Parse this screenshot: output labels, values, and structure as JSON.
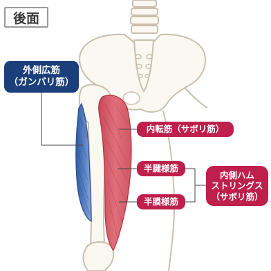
{
  "title": "後面",
  "labels": {
    "lateral_line1": "外側広筋",
    "lateral_line2": "（ガンバリ筋）",
    "adductor": "内転筋（サボリ筋）",
    "semitendinosus": "半腱様筋",
    "semimembranosus": "半膜様筋",
    "medial_line1": "内側ハム",
    "medial_line2": "ストリングス",
    "medial_line3": "（サボリ筋）"
  },
  "colors": {
    "blue_label": "#1b3f7a",
    "red_label": "#be1f4b",
    "bone_fill": "#fbf8f1",
    "bone_stroke": "#c8bfae",
    "lateral_muscle": "#4a6fb0",
    "medial_muscle": "#dc5a68"
  }
}
